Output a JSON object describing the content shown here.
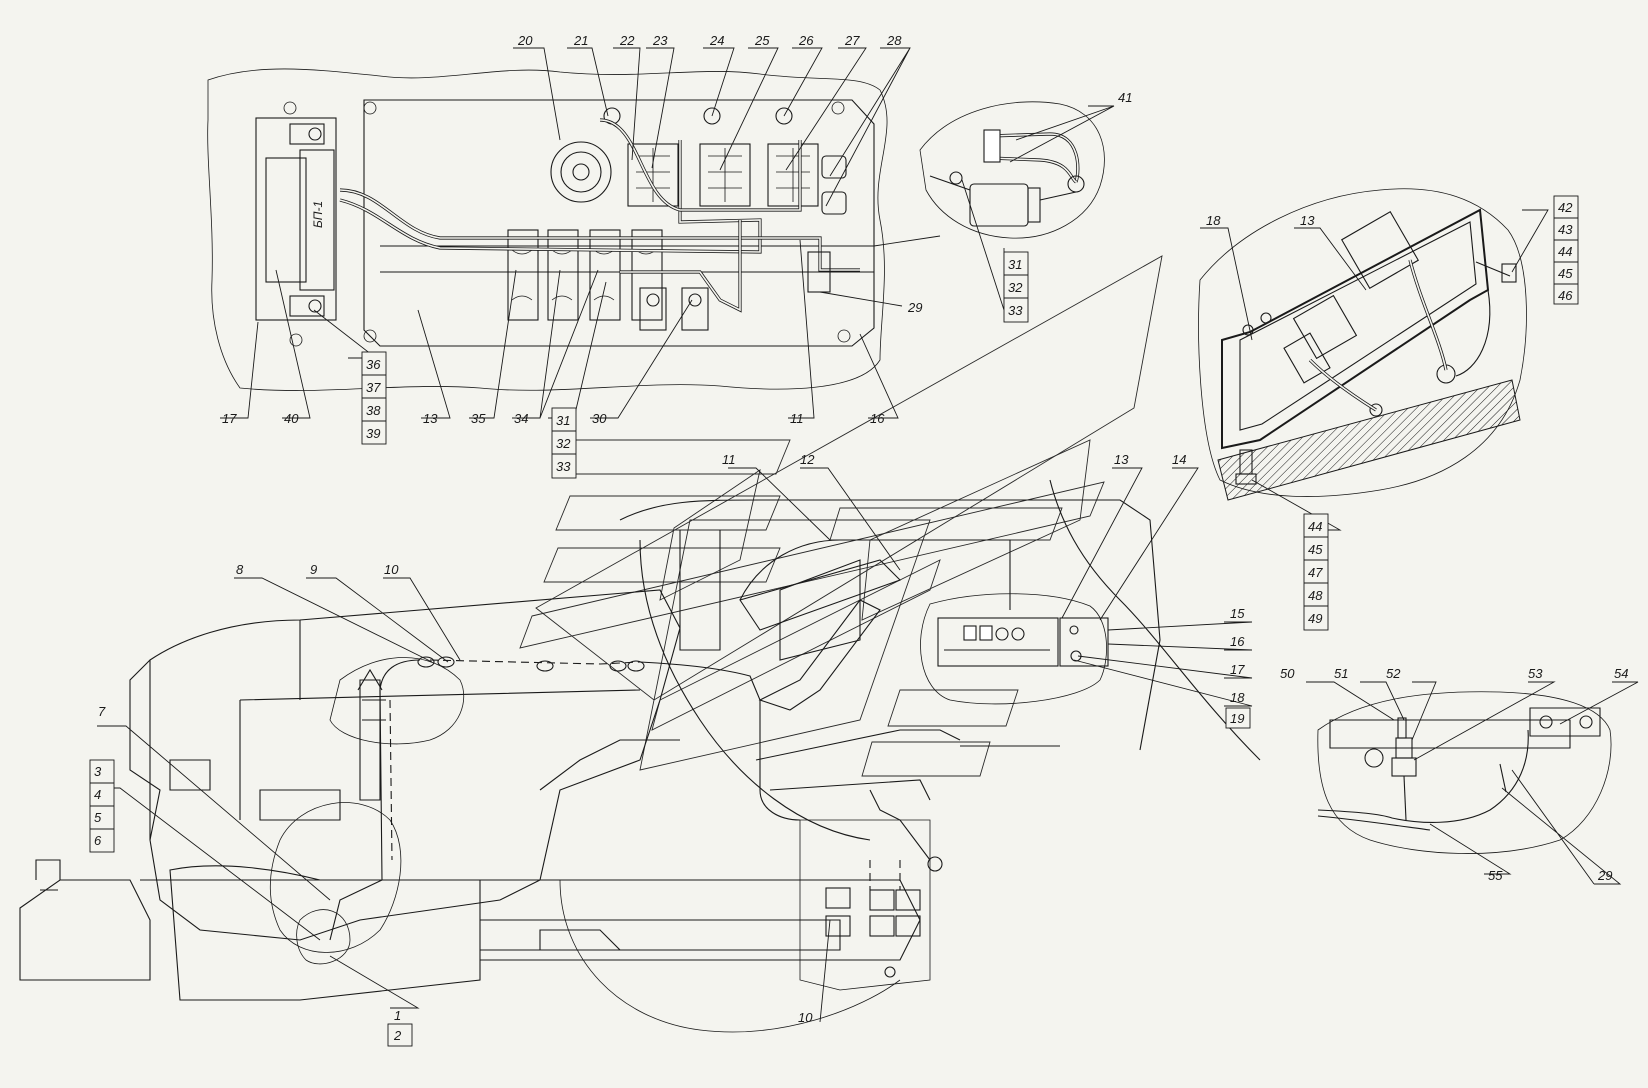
{
  "unit_label": "БП-1",
  "callouts": {
    "c1": "1",
    "c2": "2",
    "c3": "3",
    "c4": "4",
    "c5": "5",
    "c6": "6",
    "c7": "7",
    "c8": "8",
    "c9": "9",
    "c10a": "10",
    "c10b": "10",
    "c11a": "11",
    "c11b": "11",
    "c12": "12",
    "c13a": "13",
    "c13b": "13",
    "c13c": "13",
    "c14": "14",
    "c15": "15",
    "c16a": "16",
    "c16b": "16",
    "c17a": "17",
    "c17b": "17",
    "c18a": "18",
    "c18b": "18",
    "c19": "19",
    "c20": "20",
    "c21": "21",
    "c22": "22",
    "c23": "23",
    "c24": "24",
    "c25": "25",
    "c26": "26",
    "c27": "27",
    "c28": "28",
    "c29a": "29",
    "c29b": "29",
    "c30": "30",
    "c31a": "31",
    "c32a": "32",
    "c33a": "33",
    "c31b": "31",
    "c32b": "32",
    "c33b": "33",
    "c34": "34",
    "c35": "35",
    "c36": "36",
    "c37": "37",
    "c38": "38",
    "c39": "39",
    "c40": "40",
    "c41": "41",
    "c42": "42",
    "c43": "43",
    "c44a": "44",
    "c45a": "45",
    "c46": "46",
    "c44b": "44",
    "c45b": "45",
    "c47": "47",
    "c48": "48",
    "c49": "49",
    "c50": "50",
    "c51": "51",
    "c52": "52",
    "c53": "53",
    "c54": "54",
    "c55": "55"
  }
}
